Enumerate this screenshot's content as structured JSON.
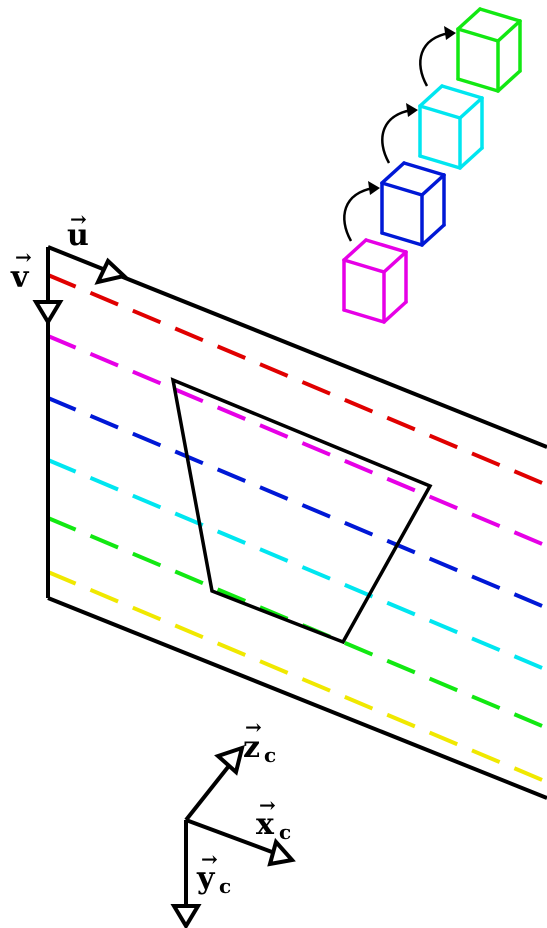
{
  "colors": {
    "outline": "#000000",
    "red": "#e00000",
    "magenta": "#e600e6",
    "blue": "#0018d6",
    "cyan": "#00e6f0",
    "green": "#12e812",
    "yellow": "#f0e800"
  },
  "labels": {
    "u": "u",
    "v": "v",
    "z": "z",
    "z_sub": "c",
    "x": "x",
    "x_sub": "c",
    "y": "y",
    "y_sub": "c",
    "arrow_glyph": "→"
  },
  "scanlines": [
    {
      "color_key": "red"
    },
    {
      "color_key": "magenta"
    },
    {
      "color_key": "blue"
    },
    {
      "color_key": "cyan"
    },
    {
      "color_key": "green"
    },
    {
      "color_key": "yellow"
    }
  ],
  "cubes": [
    {
      "color_key": "magenta"
    },
    {
      "color_key": "blue"
    },
    {
      "color_key": "cyan"
    },
    {
      "color_key": "green"
    }
  ]
}
